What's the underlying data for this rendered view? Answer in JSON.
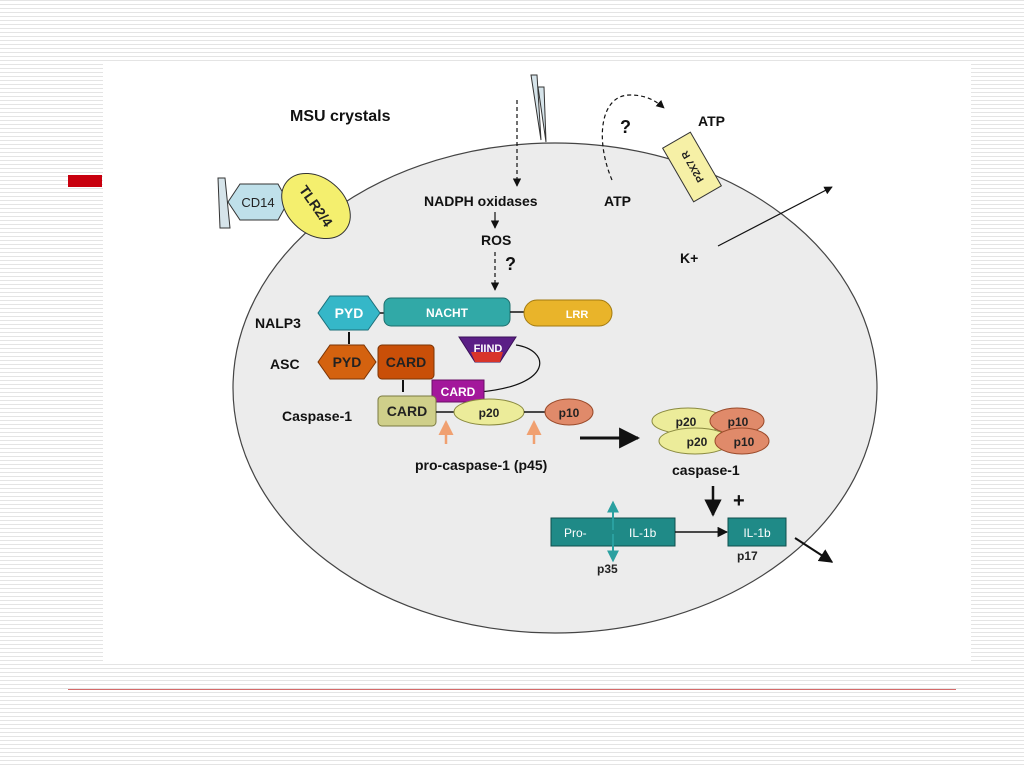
{
  "title": "MSU crystals",
  "receptors": {
    "cd14": "CD14",
    "tlr": "TLR2/4"
  },
  "pathway": {
    "nadph": "NADPH oxidases",
    "ros": "ROS",
    "question": "?",
    "atp_inside": "ATP",
    "atp_outside": "ATP",
    "p2x7": "P2X7 R",
    "k_ion": "K+"
  },
  "nalp3": {
    "label": "NALP3",
    "pyd": "PYD",
    "nacht": "NACHT",
    "lrr": "LRR",
    "fiind": "FIIND",
    "card": "CARD"
  },
  "asc": {
    "label": "ASC",
    "pyd": "PYD",
    "card": "CARD"
  },
  "caspase": {
    "label": "Caspase-1",
    "card": "CARD",
    "p20": "p20",
    "p10": "p10",
    "pro_label": "pro-caspase-1 (p45)",
    "active_label": "caspase-1",
    "active_p20_top": "p20",
    "active_p10_top": "p10",
    "active_p20_bottom": "p20",
    "active_p10_bottom": "p10"
  },
  "il1b": {
    "pro": "Pro-",
    "pro_il": "IL-1b",
    "mature": "IL-1b",
    "p35": "p35",
    "p17": "p17",
    "plus": "+"
  },
  "colors": {
    "cell_fill": "#ececec",
    "teal": "#31a9a7",
    "il1b_teal": "#1f8a87",
    "lrr_yellow": "#e9b42a",
    "asc_orange": "#d4620f",
    "card_olive": "#cfcf8a",
    "p20_yellow": "#ecec9a",
    "p10_salmon": "#e08a6a",
    "fiind_purple": "#5b1f86",
    "fiind_red": "#d8342a",
    "card_magenta": "#a3179b",
    "tlr_yellow": "#f4ef6e",
    "cd14_blue": "#bfe0ea",
    "p2x7_yellow": "#f6f0a6",
    "accent_red": "#c8000e"
  }
}
